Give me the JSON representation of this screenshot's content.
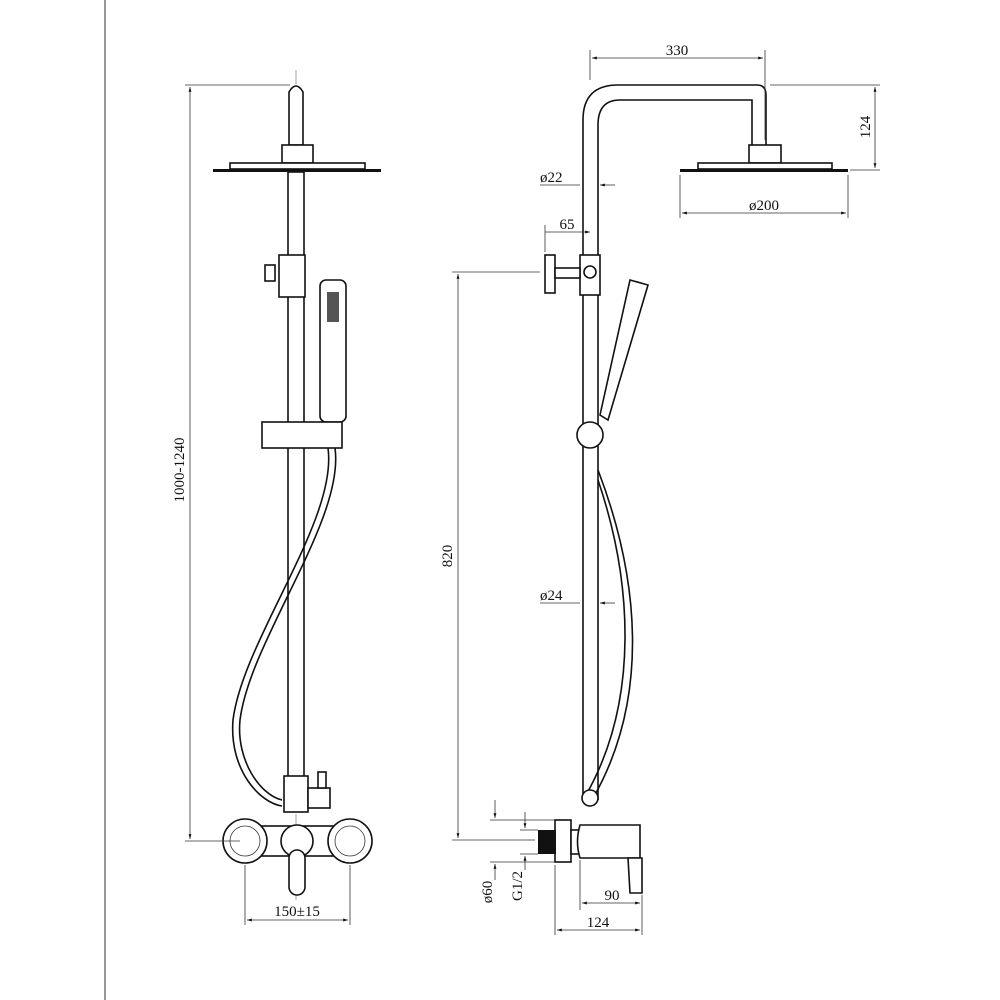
{
  "title": "Shower system technical drawing",
  "front_view": {
    "height_label": "1000-1240",
    "mixer_spacing_label": "150±15"
  },
  "side_view": {
    "arm_reach_label": "330",
    "head_drop_label": "124",
    "arm_diameter_label": "ø22",
    "head_diameter_label": "ø200",
    "diverter_label": "65",
    "rail_height_label": "820",
    "rail_diameter_label": "ø24",
    "flange_diameter_label": "ø60",
    "thread_label": "G1/2",
    "mixer_depth_label": "90",
    "total_depth_label": "124"
  },
  "colors": {
    "line": "#111111",
    "background": "#ffffff"
  }
}
